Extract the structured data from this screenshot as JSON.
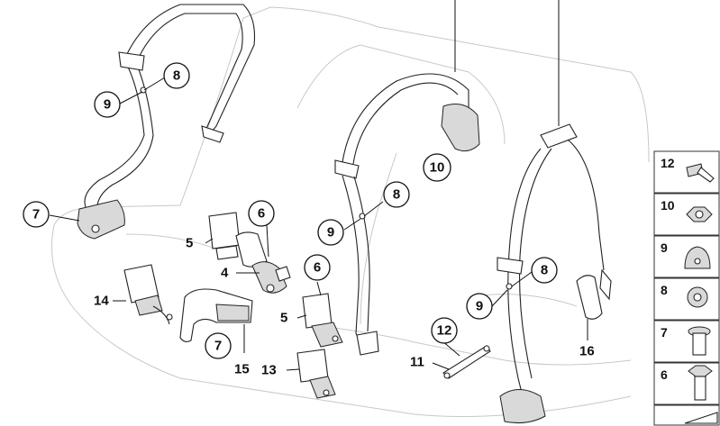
{
  "callouts": {
    "c8a": "8",
    "c9a": "9",
    "c7a": "7",
    "c6a": "6",
    "c5a": "5",
    "c4": "4",
    "c10": "10",
    "c8b": "8",
    "c9b": "9",
    "c6b": "6",
    "c14": "14",
    "c5b": "5",
    "c7b": "7",
    "c15": "15",
    "c13": "13",
    "c12": "12",
    "c11": "11",
    "c8c": "8",
    "c9c": "9",
    "c16": "16"
  },
  "legend": [
    {
      "label": "12",
      "icon": "screw-icon"
    },
    {
      "label": "10",
      "icon": "hex-nut-icon"
    },
    {
      "label": "9",
      "icon": "cap-icon"
    },
    {
      "label": "8",
      "icon": "washer-icon"
    },
    {
      "label": "7",
      "icon": "collar-bolt-icon"
    },
    {
      "label": "6",
      "icon": "hex-bolt-icon"
    }
  ]
}
